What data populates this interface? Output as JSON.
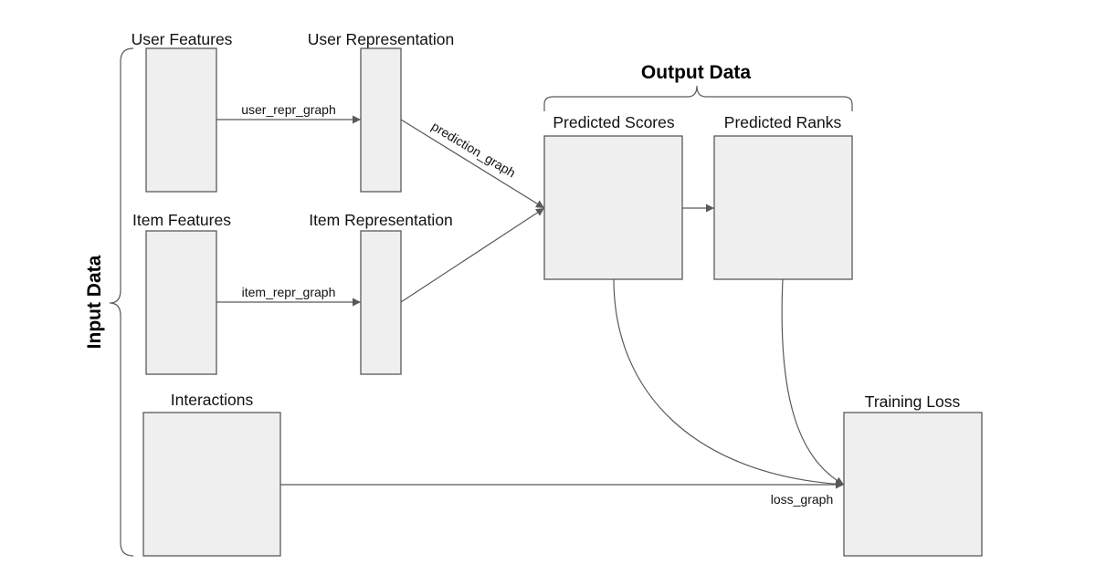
{
  "diagram": {
    "nodes": [
      {
        "id": "user_features",
        "label": "User Features"
      },
      {
        "id": "user_representation",
        "label": "User Representation"
      },
      {
        "id": "item_features",
        "label": "Item Features"
      },
      {
        "id": "item_representation",
        "label": "Item Representation"
      },
      {
        "id": "interactions",
        "label": "Interactions"
      },
      {
        "id": "predicted_scores",
        "label": "Predicted Scores"
      },
      {
        "id": "predicted_ranks",
        "label": "Predicted Ranks"
      },
      {
        "id": "training_loss",
        "label": "Training Loss"
      }
    ],
    "edges": [
      {
        "from": "user_features",
        "to": "user_representation",
        "label": "user_repr_graph"
      },
      {
        "from": "item_features",
        "to": "item_representation",
        "label": "item_repr_graph"
      },
      {
        "from": "user_representation",
        "to": "predicted_scores",
        "label": "prediction_graph"
      },
      {
        "from": "item_representation",
        "to": "predicted_scores",
        "label": ""
      },
      {
        "from": "predicted_scores",
        "to": "predicted_ranks",
        "label": ""
      },
      {
        "from": "predicted_scores",
        "to": "training_loss",
        "label": ""
      },
      {
        "from": "predicted_ranks",
        "to": "training_loss",
        "label": ""
      },
      {
        "from": "interactions",
        "to": "training_loss",
        "label": "loss_graph"
      }
    ],
    "groups": {
      "input": {
        "label": "Input Data"
      },
      "output": {
        "label": "Output Data"
      }
    }
  },
  "colors": {
    "box_fill": "#efefef",
    "stroke": "#595959",
    "text": "#111111"
  }
}
